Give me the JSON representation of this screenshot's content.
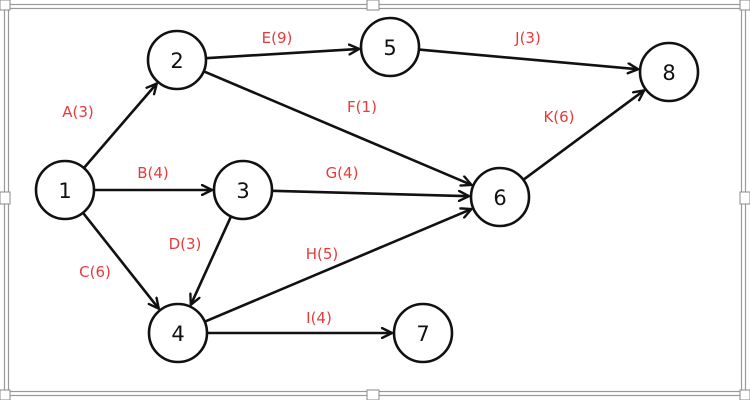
{
  "diagram": {
    "node_color": "#111111",
    "label_color": "#e63b3b",
    "nodes": [
      {
        "id": "1",
        "label": "1"
      },
      {
        "id": "2",
        "label": "2"
      },
      {
        "id": "3",
        "label": "3"
      },
      {
        "id": "4",
        "label": "4"
      },
      {
        "id": "5",
        "label": "5"
      },
      {
        "id": "6",
        "label": "6"
      },
      {
        "id": "7",
        "label": "7"
      },
      {
        "id": "8",
        "label": "8"
      }
    ],
    "edges": [
      {
        "from": "1",
        "to": "2",
        "label": "A(3)"
      },
      {
        "from": "1",
        "to": "3",
        "label": "B(4)"
      },
      {
        "from": "1",
        "to": "4",
        "label": "C(6)"
      },
      {
        "from": "3",
        "to": "4",
        "label": "D(3)"
      },
      {
        "from": "2",
        "to": "5",
        "label": "E(9)"
      },
      {
        "from": "2",
        "to": "6",
        "label": "F(1)"
      },
      {
        "from": "3",
        "to": "6",
        "label": "G(4)"
      },
      {
        "from": "4",
        "to": "6",
        "label": "H(5)"
      },
      {
        "from": "4",
        "to": "7",
        "label": "I(4)"
      },
      {
        "from": "5",
        "to": "8",
        "label": "J(3)"
      },
      {
        "from": "6",
        "to": "8",
        "label": "K(6)"
      }
    ]
  }
}
